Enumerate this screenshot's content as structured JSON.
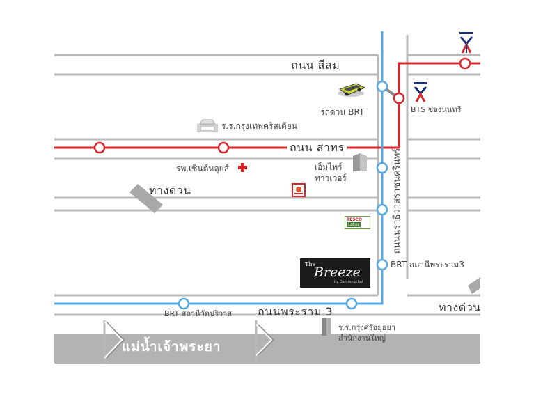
{
  "roads": {
    "silom": "ถนน สีลม",
    "sathorn": "ถนน สาทร",
    "rama3": "ถนนพระราม 3",
    "narathiwat": "ถนนนราธิวาสราชนครินทร์",
    "expressway_left": "ทางด่วน",
    "expressway_right": "ทางด่วน"
  },
  "river": {
    "label": "แม่น้ำเจ้าพระยา"
  },
  "landmarks": {
    "brt_bus": "รถด่วน BRT",
    "christian_school": "ร.ร.กรุงเทพคริสเตียน",
    "st_louis_hospital": "รพ.เซ็นต์หลุยส์",
    "empire_tower_line1": "เอ็มไพร์",
    "empire_tower_line2": "ทาวเวอร์",
    "bts_chong_nonsi": "BTS ช่องนนทรี",
    "brt_rama3": "BRT สถานีพระราม3",
    "brt_wat_dan": "BRT สถานีวัดปริวาส",
    "school_line1": "ร.ร.กรุงศรีอยุธยา",
    "school_line2": "สำนักงานใหญ่"
  },
  "hotel": {
    "top": "The",
    "name": "Breeze",
    "sub": "by Damrongchai"
  },
  "tesco": {
    "line1": "TESCO",
    "line2": "Lotus"
  },
  "colors": {
    "road": "#b8b8b8",
    "bts_line": "#d8262a",
    "brt_line": "#54a8df",
    "river": "#b3b3b3",
    "hotel_box": "#1b1b1b"
  }
}
